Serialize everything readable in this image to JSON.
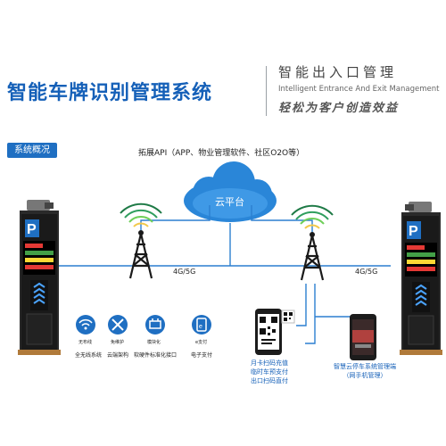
{
  "header": {
    "title": "智能车牌识别管理系统",
    "subtitle_cn": "智能出入口管理",
    "subtitle_en": "Intelligent Entrance And Exit Management",
    "slogan": "轻松为客户创造效益"
  },
  "badge": {
    "label": "系统概况"
  },
  "diagram": {
    "extension_api": "拓展API（APP、物业管理软件、社区O2O等）",
    "cloud_label": "云平台",
    "link_left": "4G/5G",
    "link_right": "4G/5G",
    "features": [
      {
        "icon": "wifi-icon",
        "badge": "无布线",
        "label": "全无线系统"
      },
      {
        "icon": "tools-icon",
        "badge": "免维护",
        "label": "云端架构"
      },
      {
        "icon": "module-icon",
        "badge": "模块化",
        "label": "软硬件标准化接口"
      },
      {
        "icon": "payment-icon",
        "badge": "e支付",
        "label": "电子支付"
      }
    ],
    "phone_left_caption": [
      "月卡扫码充值",
      "临时车预支付",
      "出口扫码直付"
    ],
    "phone_right_caption": [
      "智慧云停车系统管理端",
      "（网手机管理）"
    ]
  },
  "colors": {
    "brand_blue": "#1560b8",
    "accent_blue": "#1f6fc2",
    "line_blue": "#2c7fd0",
    "cloud_fill": "#2a86d8"
  }
}
